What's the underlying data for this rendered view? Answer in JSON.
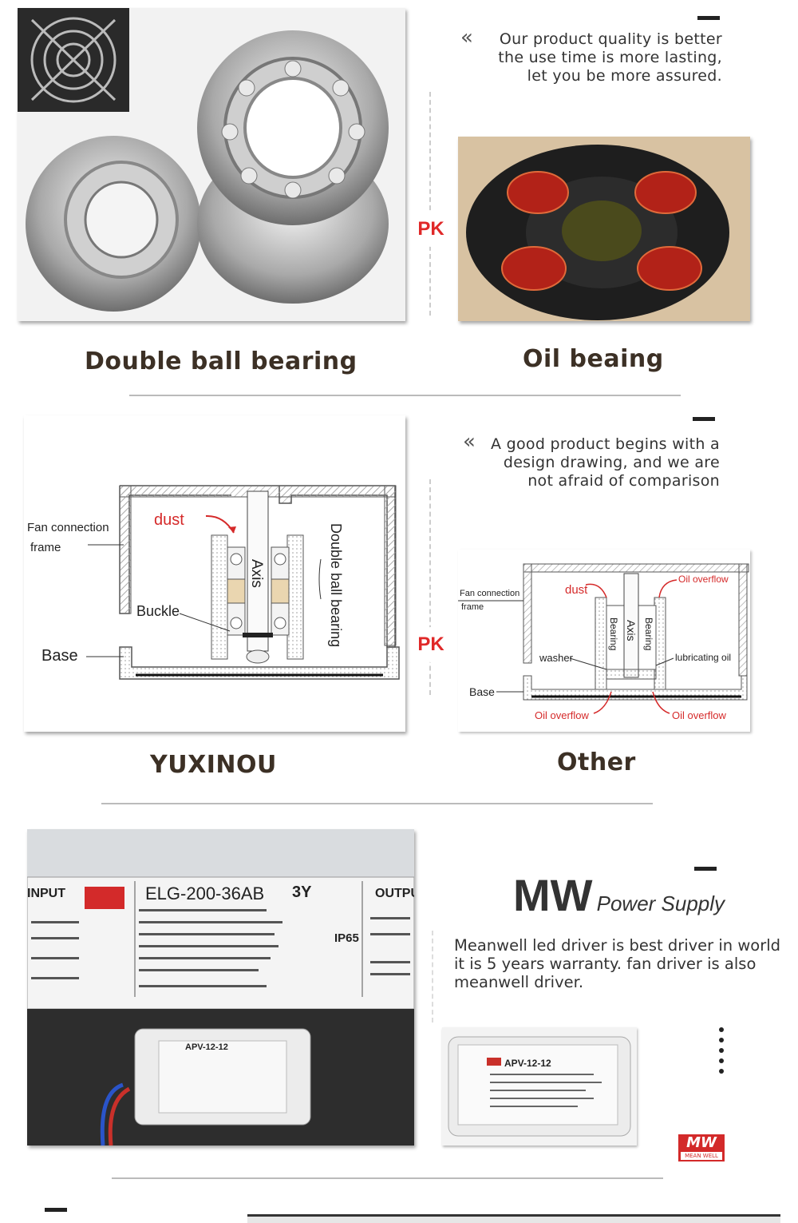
{
  "section1": {
    "quote": "Our product quality is better the use time is more lasting, let you be more assured.",
    "pk": "PK",
    "left_caption": "Double ball bearing",
    "right_caption": "Oil beaing"
  },
  "section2": {
    "quote": "A good product begins with a design drawing, and we are not afraid of comparison",
    "pk": "PK",
    "left_caption": "YUXINOU",
    "right_caption": "Other",
    "left_diagram": {
      "fan_connection": "Fan connection",
      "frame": "frame",
      "dust": "dust",
      "axis": "Axis",
      "buckle": "Buckle",
      "base": "Base",
      "double_ball_bearing": "Double ball bearing"
    },
    "right_diagram": {
      "fan_connection": "Fan connection",
      "frame": "frame",
      "dust": "dust",
      "oil_overflow": "Oil overflow",
      "bearing": "Bearing",
      "axis": "Axis",
      "washer": "washer",
      "lubricating_oil": "lubricating oil",
      "base": "Base"
    }
  },
  "section3": {
    "brand_mw": "MW",
    "brand_sub": "Power Supply",
    "desc": "Meanwell led driver is best driver in world it is 5 years warranty. fan driver is also meanwell driver.",
    "label_model": "ELG-200-36AB",
    "label_grade": "3Y",
    "label_input": "INPUT",
    "label_output": "OUTPUT",
    "label_ip": "IP65",
    "small_driver_model": "APV-12-12",
    "logo_text": "MW",
    "logo_sub": "MEAN WELL"
  },
  "colors": {
    "accent_red": "#e02828",
    "caption_brown": "#3c3025"
  }
}
